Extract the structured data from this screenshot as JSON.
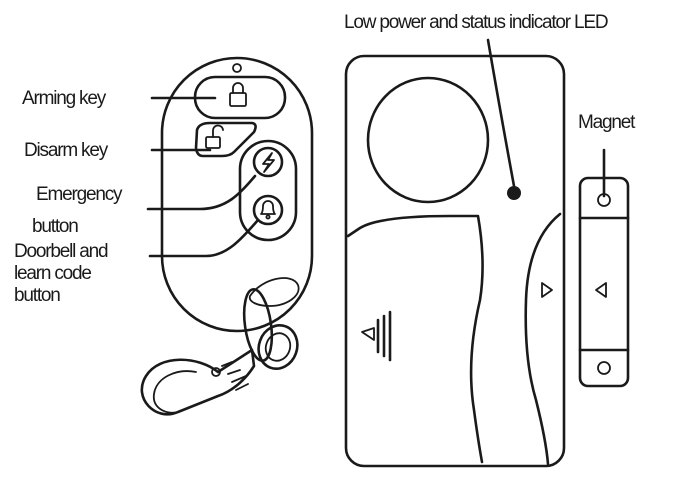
{
  "labels": {
    "led": "Low power and status indicator LED",
    "magnet": "Magnet",
    "arming": "Arming key",
    "disarm": "Disarm key",
    "emergency_1": "Emergency",
    "emergency_2": "button",
    "doorbell_1": "Doorbell and",
    "doorbell_2": "learn code",
    "doorbell_3": "button"
  },
  "icons": {
    "arming": "locked-padlock-icon",
    "disarm": "unlocked-padlock-icon",
    "emergency": "lightning-bolt-icon",
    "doorbell": "bell-icon",
    "led": "indicator-dot"
  },
  "colors": {
    "ink": "#1a1a1a",
    "paper": "#ffffff"
  }
}
